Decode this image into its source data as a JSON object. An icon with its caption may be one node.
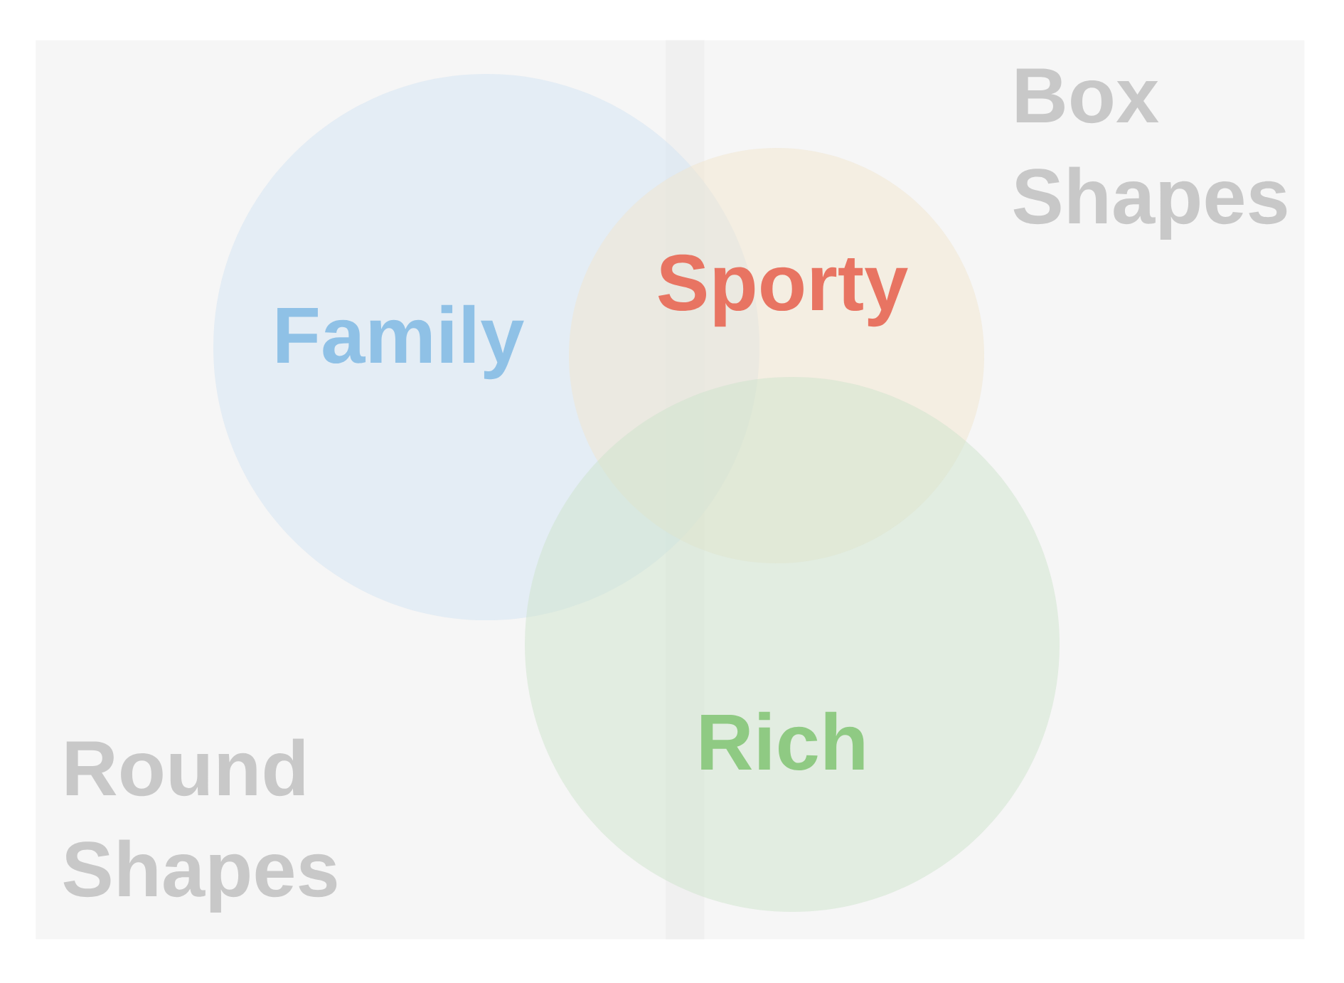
{
  "diagram": {
    "nodes": [
      {
        "text": [
          "Round Shapes"
        ]
      },
      {
        "text": [
          "Box Shapes"
        ]
      },
      {
        "text": [
          "Family"
        ]
      },
      {
        "text": [
          "Sporty"
        ]
      },
      {
        "text": [
          "Rich"
        ]
      }
    ]
  }
}
